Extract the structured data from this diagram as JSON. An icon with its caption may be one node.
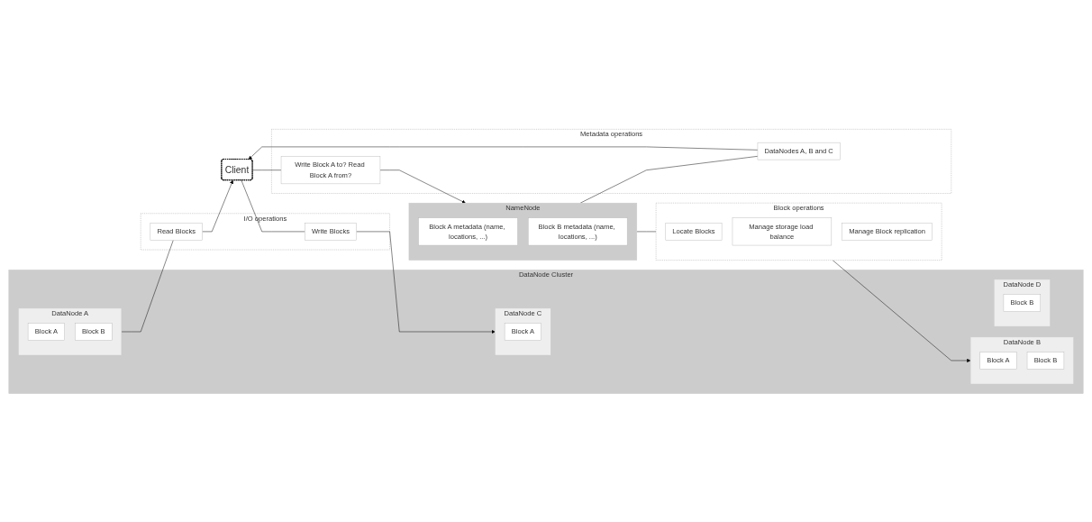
{
  "diagram": {
    "nodes": [
      {
        "text": [
          "Client"
        ]
      },
      {
        "text": [
          "Metadata operations"
        ]
      },
      {
        "text": [
          "Write Block A to? Read Block A from?"
        ],
        "in": 1
      },
      {
        "text": [
          "DataNodes A, B and C"
        ],
        "in": 1
      },
      {
        "text": [
          "NameNode"
        ]
      },
      {
        "text": [
          "Block A metadata (name, locations, ...)"
        ],
        "in": 4
      },
      {
        "text": [
          "Block B metadata (name, locations, ...)"
        ],
        "in": 4
      },
      {
        "text": [
          "Block operations"
        ]
      },
      {
        "text": [
          "Locate Blocks"
        ],
        "in": 7
      },
      {
        "text": [
          "Manage storage load balance"
        ],
        "in": 7
      },
      {
        "text": [
          "Manage Block replication"
        ],
        "in": 7
      },
      {
        "text": [
          "DataNode Cluster"
        ]
      },
      {
        "text": [
          "DataNode A"
        ],
        "in": 11
      },
      {
        "text": [
          "Block A"
        ],
        "in": 12
      },
      {
        "text": [
          "Block B"
        ],
        "in": 12
      },
      {
        "text": [
          "DataNode B"
        ],
        "in": 11
      },
      {
        "text": [
          "Block A"
        ],
        "in": 15
      },
      {
        "text": [
          "Block B"
        ],
        "in": 15
      },
      {
        "text": [
          "DataNode C"
        ],
        "in": 11
      },
      {
        "text": [
          "Block A"
        ],
        "in": 18
      },
      {
        "text": [
          "DataNode D"
        ],
        "in": 11
      },
      {
        "text": [
          "Block B"
        ],
        "in": 20
      },
      {
        "text": [
          "I/O operations"
        ]
      },
      {
        "text": [
          "Read Blocks"
        ],
        "in": 22
      },
      {
        "text": [
          "Write Blocks"
        ],
        "in": 22
      }
    ],
    "edges": [
      {
        "from": 0,
        "to": 2,
        "arrow": "none"
      },
      {
        "from": 2,
        "to": 4,
        "arrow": "to"
      },
      {
        "from": 4,
        "to": 3,
        "arrow": "none"
      },
      {
        "from": 3,
        "to": 0,
        "arrow": "to"
      },
      {
        "from": 4,
        "to": 7,
        "arrow": "none"
      },
      {
        "from": 7,
        "to": 15,
        "arrow": "to"
      },
      {
        "from": 12,
        "to": 23,
        "arrow": "none"
      },
      {
        "from": 23,
        "to": 0,
        "arrow": "to"
      },
      {
        "from": 0,
        "to": 24,
        "arrow": "none"
      },
      {
        "from": 24,
        "to": 18,
        "arrow": "to"
      }
    ]
  }
}
